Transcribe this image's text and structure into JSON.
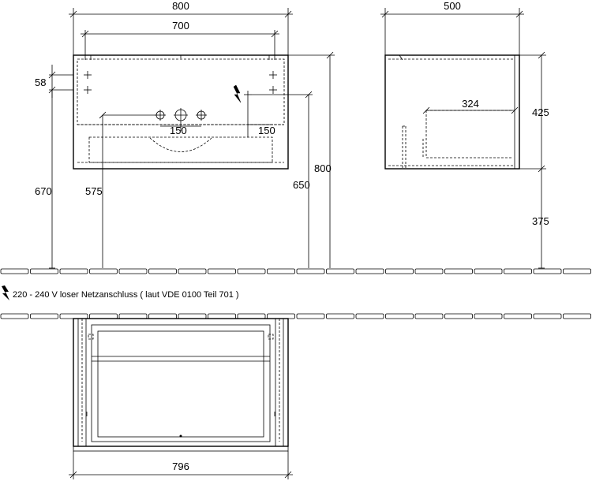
{
  "dimensions": {
    "front_width_outer": "800",
    "front_width_inner": "700",
    "side_depth": "500",
    "side_counter_depth": "324",
    "left_top_offset": "58",
    "tap_spacing_left": "150",
    "tap_spacing_right": "150",
    "height_670": "670",
    "height_575": "575",
    "height_650": "650",
    "height_800": "800",
    "side_body_height": "425",
    "side_floor_height": "375",
    "plan_width": "796"
  },
  "legend": {
    "power_note": "220 - 240 V loser Netzanschluss ( laut VDE 0100 Teil 701 )",
    "power_icon": "lightning-bolt-icon"
  }
}
